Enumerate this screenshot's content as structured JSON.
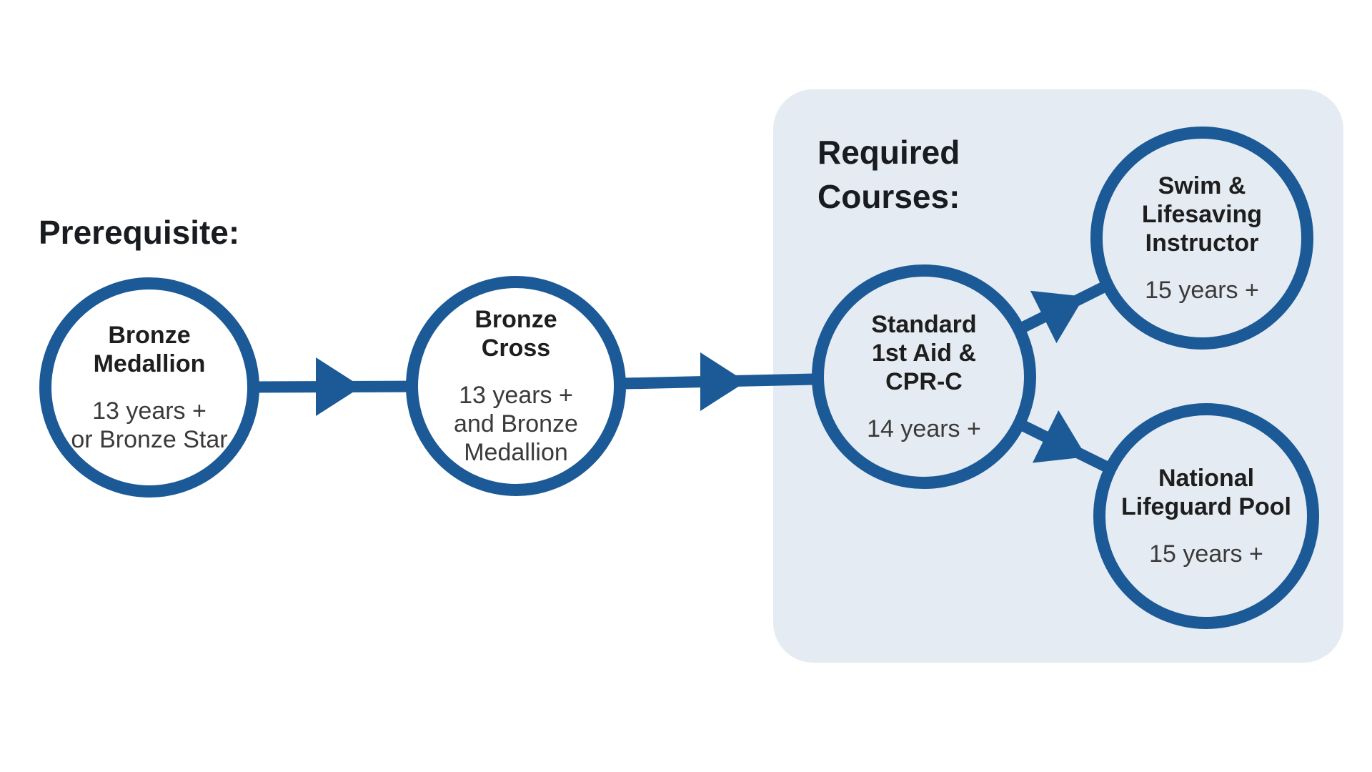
{
  "colors": {
    "accent": "#1b5a96",
    "panel_bg": "#e5ebf2",
    "page_bg": "#ffffff",
    "heading_text": "#181c20",
    "node_title_text": "#1e1e1e",
    "node_subtitle_text": "#3a3a3a"
  },
  "labels": {
    "prerequisite": "Prerequisite:",
    "required_courses": "Required\nCourses:"
  },
  "nodes": [
    {
      "id": "bronze-medallion",
      "title": "Bronze\nMedallion",
      "subtitle": "13 years +\nor Bronze Star"
    },
    {
      "id": "bronze-cross",
      "title": "Bronze\nCross",
      "subtitle": "13 years +\nand Bronze\nMedallion"
    },
    {
      "id": "standard-first-aid-cpr-c",
      "title": "Standard\n1st Aid &\nCPR-C",
      "subtitle": "14 years +"
    },
    {
      "id": "swim-lifesaving-instructor",
      "title": "Swim &\nLifesaving\nInstructor",
      "subtitle": "15 years +"
    },
    {
      "id": "national-lifeguard-pool",
      "title": "National\nLifeguard Pool",
      "subtitle": "15 years +"
    }
  ],
  "edges": [
    {
      "from": "bronze-medallion",
      "to": "bronze-cross"
    },
    {
      "from": "bronze-cross",
      "to": "standard-first-aid-cpr-c"
    },
    {
      "from": "standard-first-aid-cpr-c",
      "to": "swim-lifesaving-instructor"
    },
    {
      "from": "standard-first-aid-cpr-c",
      "to": "national-lifeguard-pool"
    }
  ]
}
